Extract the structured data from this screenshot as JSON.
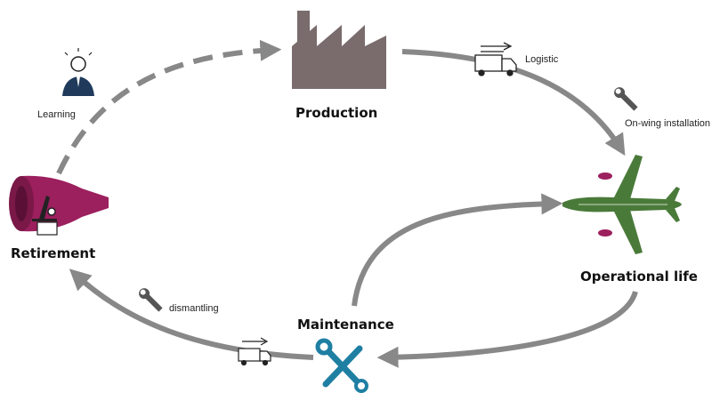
{
  "stages": {
    "production": "Production",
    "operational_life": "Operational life",
    "maintenance": "Maintenance",
    "retirement": "Retirement"
  },
  "annotations": {
    "logistic": "Logistic",
    "on_wing_installation": "On-wing installation",
    "dismantling": "dismantling",
    "learning": "Learning"
  },
  "colors": {
    "arrow": "#888888",
    "factory": "#7a6c6c",
    "aircraft": "#4a7a3a",
    "engine": "#9c1f5e",
    "tools": "#1f7fa3",
    "text": "#111111"
  },
  "icons": [
    "factory-icon",
    "truck-icon",
    "wrench-icon",
    "airplane-icon",
    "tools-icon",
    "engine-icon",
    "microscope-icon",
    "person-idea-icon"
  ]
}
